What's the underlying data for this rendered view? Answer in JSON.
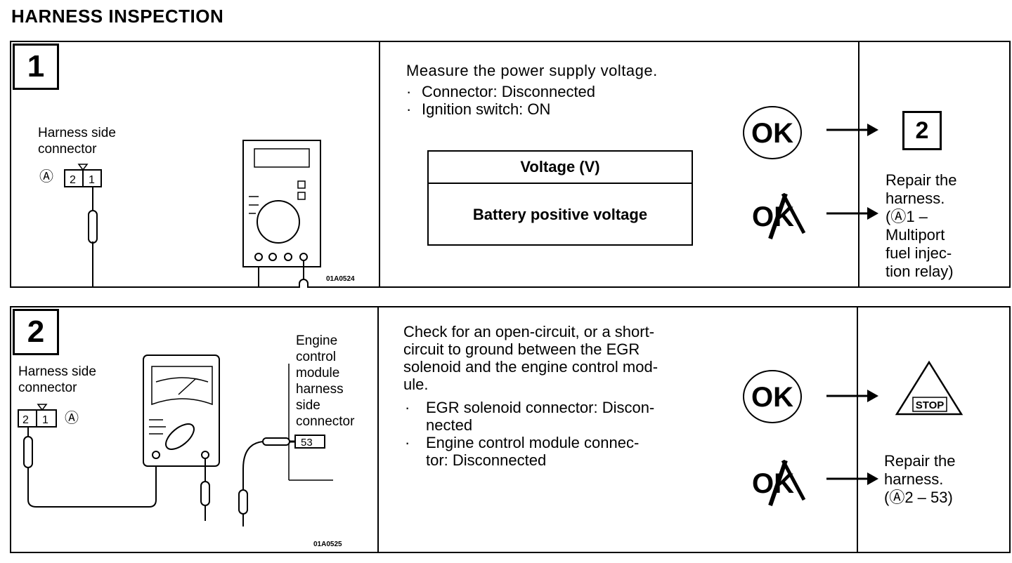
{
  "title": "HARNESS INSPECTION",
  "step1": {
    "number": "1",
    "fig_label_line1": "Harness side",
    "fig_label_line2": "connector",
    "connector_letter": "Ⓐ",
    "pin_a": "2",
    "pin_b": "1",
    "fig_code": "01A0524",
    "heading": "Measure the power supply voltage.",
    "conditions": [
      "Connector: Disconnected",
      "Ignition switch: ON"
    ],
    "table_header": "Voltage (V)",
    "table_value": "Battery positive voltage",
    "ok_label": "OK",
    "ng_label": "OK",
    "ok_result": "2",
    "ng_result_lines": [
      "Repair the",
      "harness.",
      "(Ⓐ1 –",
      "Multiport",
      "fuel injec-",
      "tion relay)"
    ]
  },
  "step2": {
    "number": "2",
    "fig_label_line1": "Harness side",
    "fig_label_line2": "connector",
    "connector_letter": "Ⓐ",
    "pin_a": "2",
    "pin_b": "1",
    "ecm_label_lines": [
      "Engine",
      "control",
      "module",
      "harness",
      "side",
      "connector"
    ],
    "ecm_pin": "53",
    "fig_code": "01A0525",
    "heading_lines": [
      "Check for an open-circuit, or a short-",
      "circuit to ground between the EGR",
      "solenoid and the engine control mod-",
      "ule."
    ],
    "conditions": [
      "EGR solenoid connector: Discon-",
      "nected",
      "Engine control module connec-",
      "tor: Disconnected"
    ],
    "ok_label": "OK",
    "ng_label": "OK",
    "ok_result": "STOP",
    "ng_result_lines": [
      "Repair the",
      "harness.",
      "(Ⓐ2 – 53)"
    ]
  }
}
